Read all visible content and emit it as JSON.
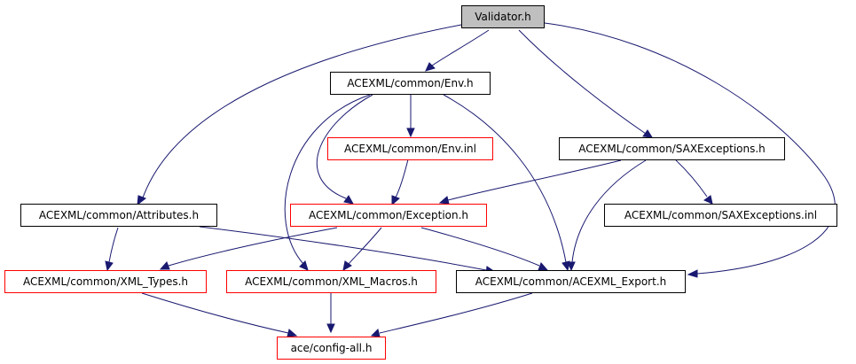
{
  "colors": {
    "edge": "#191970",
    "root_fill": "#bfbfbf",
    "red_border": "#ff0000",
    "black_border": "#000000"
  },
  "nodes": {
    "validator": {
      "label": "Validator.h",
      "style": "root"
    },
    "env": {
      "label": "ACEXML/common/Env.h",
      "style": "plain"
    },
    "env_inl": {
      "label": "ACEXML/common/Env.inl",
      "style": "red"
    },
    "saxexceptions": {
      "label": "ACEXML/common/SAXExceptions.h",
      "style": "plain"
    },
    "attributes": {
      "label": "ACEXML/common/Attributes.h",
      "style": "plain"
    },
    "exception": {
      "label": "ACEXML/common/Exception.h",
      "style": "red"
    },
    "saxexceptions_inl": {
      "label": "ACEXML/common/SAXExceptions.inl",
      "style": "plain"
    },
    "xml_types": {
      "label": "ACEXML/common/XML_Types.h",
      "style": "red"
    },
    "xml_macros": {
      "label": "ACEXML/common/XML_Macros.h",
      "style": "red"
    },
    "acexml_export": {
      "label": "ACEXML/common/ACEXML_Export.h",
      "style": "plain"
    },
    "config_all": {
      "label": "ace/config-all.h",
      "style": "red"
    }
  }
}
